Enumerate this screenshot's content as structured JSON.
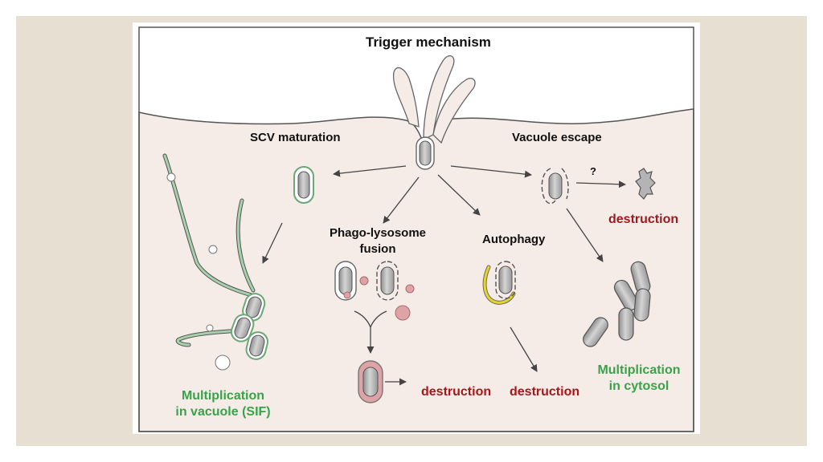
{
  "labels": {
    "trigger": "Trigger mechanism",
    "scv": "SCV maturation",
    "vacuole_escape": "Vacuole escape",
    "question": "?",
    "phago_line1": "Phago-lysosome",
    "phago_line2": "fusion",
    "autophagy": "Autophagy",
    "destruction_escape": "destruction",
    "destruction_phago": "destruction",
    "destruction_autophagy": "destruction",
    "mult_vacuole_line1": "Multiplication",
    "mult_vacuole_line2": "in vacuole (SIF)",
    "mult_cytosol_line1": "Multiplication",
    "mult_cytosol_line2": "in cytosol"
  },
  "colors": {
    "frame": "#e6dfd2",
    "cytoplasm": "#f5ebe7",
    "outline": "#555555",
    "bacterium": "#b4b4b4",
    "vacuole_membrane": "#6aa876",
    "lysosome": "#dda3a6",
    "autophagosome": "#e6d428",
    "destruction_text": "#a3191b",
    "multiplication_text": "#3aa24a"
  }
}
